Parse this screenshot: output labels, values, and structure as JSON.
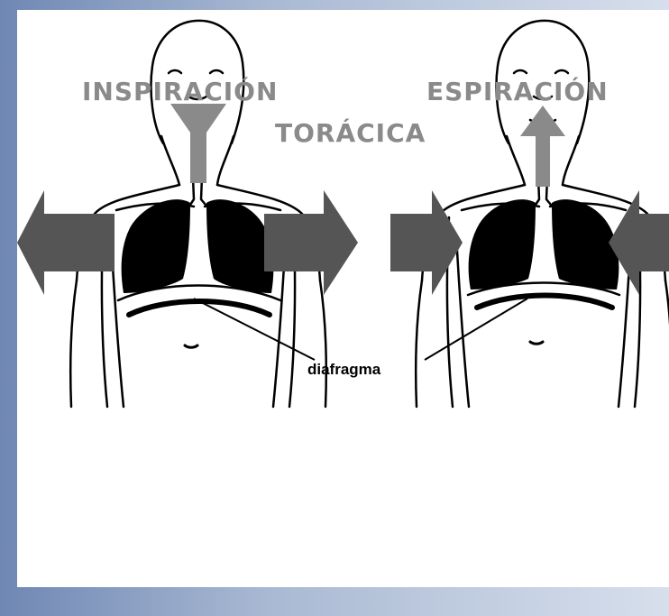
{
  "titles": {
    "left": "INSPIRACIÓN",
    "right": "ESPIRACIÓN",
    "center": "TORÁCICA"
  },
  "labels": {
    "diaphragm": "diafragma"
  },
  "colors": {
    "background_left": "#6f87b3",
    "background_right": "#d7dfec",
    "panel": "#ffffff",
    "arrow": "#555555",
    "title": "#8a8a8a",
    "lungs": "#000000",
    "outline": "#000000"
  }
}
